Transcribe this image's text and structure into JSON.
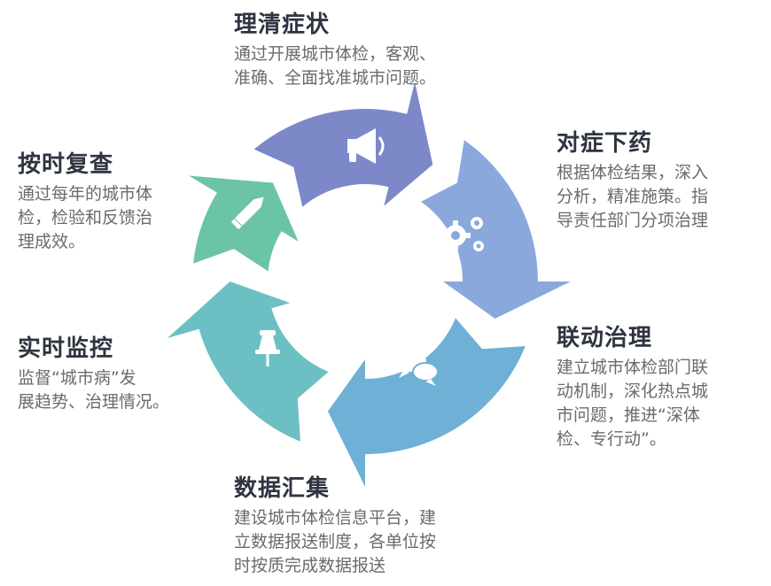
{
  "steps": [
    {
      "id": "clarify",
      "title": "理清症状",
      "desc": "通过开展城市体检，客观、\n准确、全面找准城市问题。",
      "icon": "megaphone-icon",
      "color": "#7c88c8"
    },
    {
      "id": "remedy",
      "title": "对症下药",
      "desc": "根据体检结果，深入\n分析，精准施策。指\n导责任部门分项治理",
      "icon": "gears-icon",
      "color": "#8ba8dc"
    },
    {
      "id": "joint",
      "title": "联动治理",
      "desc": "建立城市体检部门联\n动机制，深化热点城\n市问题，推进“深体\n检、专行动”。",
      "icon": "chat-bubbles-icon",
      "color": "#6fb0d6"
    },
    {
      "id": "data",
      "title": "数据汇集",
      "desc": "建设城市体检信息平台，建\n立数据报送制度，各单位按\n时按质完成数据报送",
      "icon": "pushpin-icon",
      "color": "#6cc0c4"
    },
    {
      "id": "monitor",
      "title": "实时监控",
      "desc": "监督“城市病”发\n展趋势、治理情况。",
      "icon": "pushpin-icon",
      "color": "#6cc0c4"
    },
    {
      "id": "review",
      "title": "按时复查",
      "desc": "通过每年的城市体\n检，检验和反馈治\n理成效。",
      "icon": "pencil-icon",
      "color": "#6cc4a6"
    }
  ]
}
